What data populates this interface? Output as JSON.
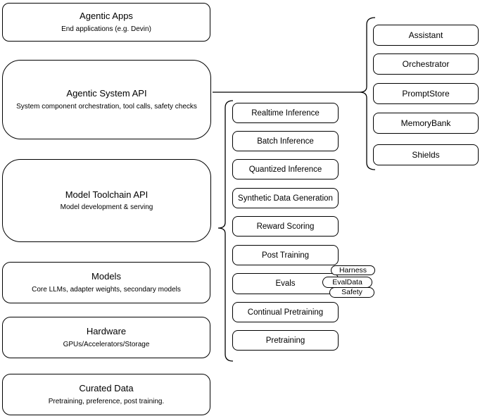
{
  "stack": [
    {
      "title": "Agentic Apps",
      "subtitle": "End applications (e.g. Devin)"
    },
    {
      "title": "Agentic System API",
      "subtitle": "System component orchestration, tool calls, safety checks"
    },
    {
      "title": "Model Toolchain API",
      "subtitle": "Model development & serving"
    },
    {
      "title": "Models",
      "subtitle": "Core LLMs, adapter weights, secondary models"
    },
    {
      "title": "Hardware",
      "subtitle": "GPUs/Accelerators/Storage"
    },
    {
      "title": "Curated Data",
      "subtitle": "Pretraining, preference, post training."
    }
  ],
  "toolchain": {
    "items": [
      "Realtime Inference",
      "Batch Inference",
      "Quantized Inference",
      "Synthetic Data Generation",
      "Reward Scoring",
      "Post Training",
      "Evals",
      "Continual Pretraining",
      "Pretraining"
    ]
  },
  "evals_tags": [
    "Harness",
    "EvalData",
    "Safety"
  ],
  "system": {
    "items": [
      "Assistant",
      "Orchestrator",
      "PromptStore",
      "MemoryBank",
      "Shields"
    ]
  },
  "colors": {
    "border": "#000000",
    "background": "#ffffff",
    "text": "#000000"
  }
}
